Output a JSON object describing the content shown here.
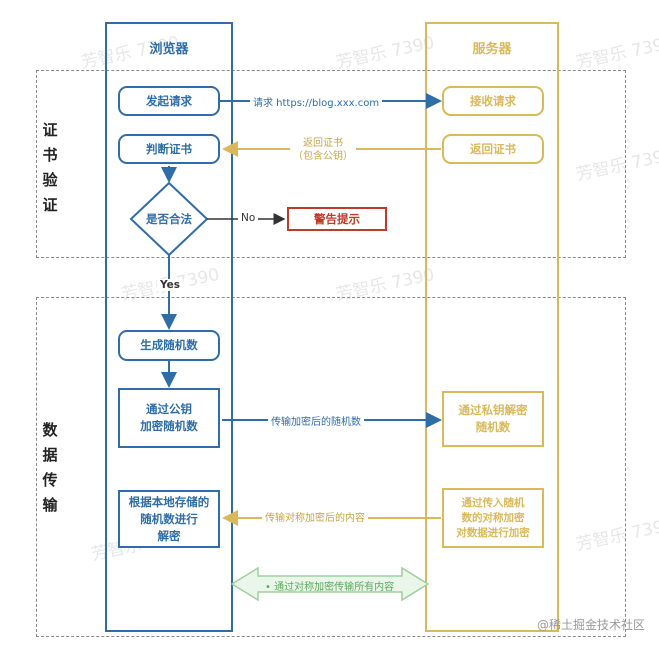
{
  "lanes": {
    "browser": "浏览器",
    "server": "服务器"
  },
  "sections": {
    "cert_verify": [
      "证",
      "书",
      "验",
      "证"
    ],
    "data_transfer": [
      "数",
      "据",
      "传",
      "输"
    ]
  },
  "browser_nodes": {
    "send_request": "发起请求",
    "check_cert": "判断证书",
    "is_valid": "是否合法",
    "gen_random": "生成随机数",
    "encrypt_random": "通过公钥\n加密随机数",
    "decrypt": "根据本地存储的\n随机数进行\n解密"
  },
  "server_nodes": {
    "receive_request": "接收请求",
    "return_cert": "返回证书",
    "private_decrypt": "通过私钥解密\n随机数",
    "encrypt_data": "通过传入随机\n数的对称加密\n对数据进行加密"
  },
  "warning": "警告提示",
  "labels": {
    "request": "请求 https://blog.xxx.com",
    "return_cert": "返回证书\n（包含公钥）",
    "no": "No",
    "yes": "Yes",
    "send_encrypted": "传输加密后的随机数",
    "send_sym": "传输对称加密后的内容",
    "both": "• 通过对称加密传输所有内容"
  },
  "watermark": "芳智乐 7390",
  "credit": "@稀土掘金技术社区",
  "colors": {
    "browser": "#2f6da8",
    "server": "#d9b95a",
    "warning": "#c0392b",
    "green": "#5aa95a"
  }
}
